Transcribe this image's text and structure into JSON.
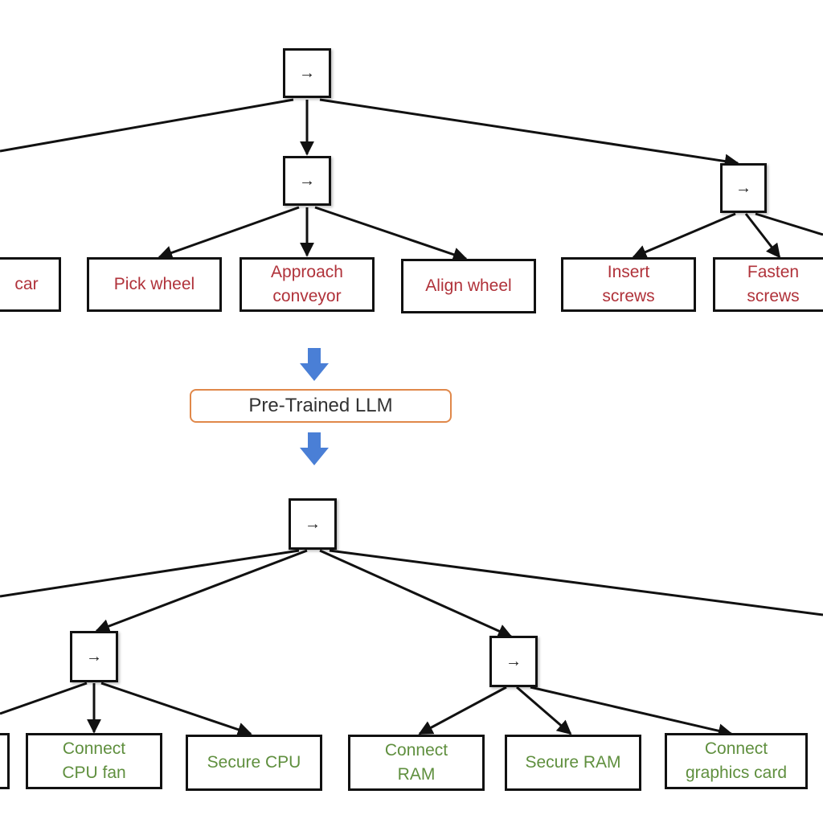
{
  "symbols": {
    "sequence": "→"
  },
  "top_tree": {
    "leaves": [
      "car",
      "Pick wheel",
      "Approach\nconveyor",
      "Align wheel",
      "Insert\nscrews",
      "Fasten\nscrews"
    ]
  },
  "transform": {
    "label": "Pre-Trained LLM"
  },
  "bottom_tree": {
    "leaves": [
      "Connect\nCPU fan",
      "Secure CPU",
      "Connect\nRAM",
      "Secure RAM",
      "Connect\ngraphics card"
    ]
  },
  "colors": {
    "top_leaf_text": "#b0323a",
    "bottom_leaf_text": "#5f8f3e",
    "llm_border": "#e0884a",
    "flow_arrow": "#4a7fd6"
  }
}
